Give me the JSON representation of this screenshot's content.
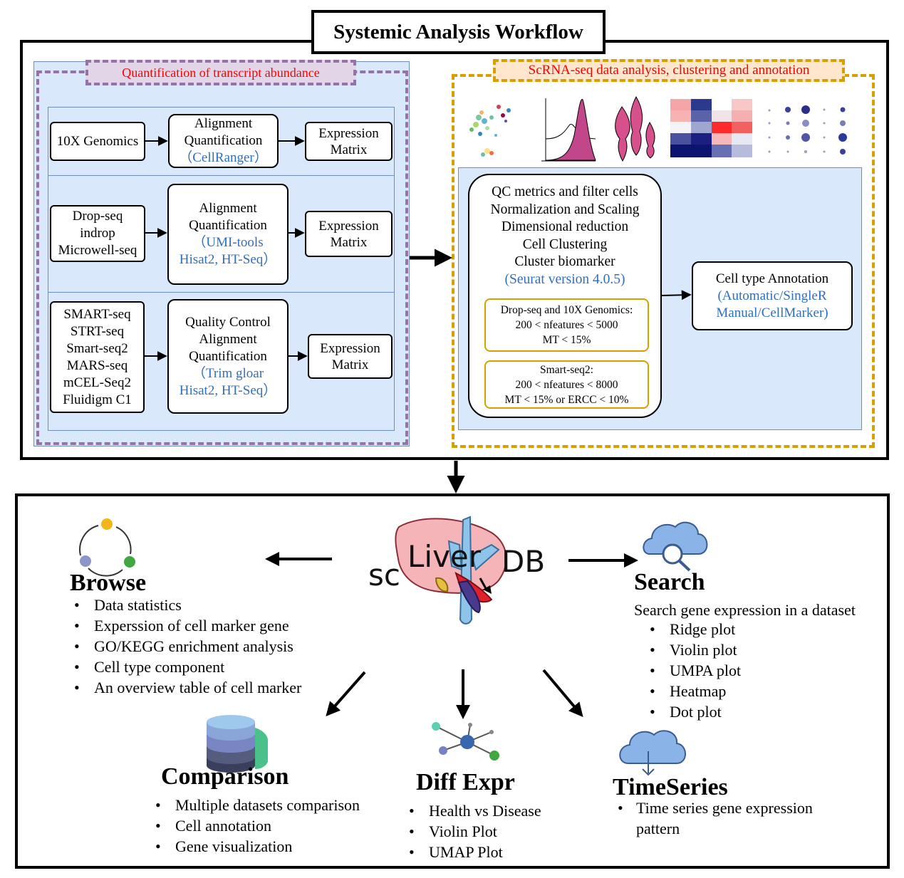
{
  "title": "Systemic Analysis Workflow",
  "quantification": {
    "label": "Quantification of transcript abundance",
    "rows": [
      {
        "source": [
          "10X Genomics"
        ],
        "process": [
          "Alignment",
          "Quantification"
        ],
        "tool": [
          "（CellRanger）"
        ],
        "output": [
          "Expression",
          "Matrix"
        ]
      },
      {
        "source": [
          "Drop-seq",
          "indrop",
          "Microwell-seq"
        ],
        "process": [
          "Alignment",
          "Quantification"
        ],
        "tool": [
          "（UMI-tools",
          "Hisat2, HT-Seq）"
        ],
        "output": [
          "Expression",
          "Matrix"
        ]
      },
      {
        "source": [
          "SMART-seq",
          "STRT-seq",
          "Smart-seq2",
          "MARS-seq",
          "mCEL-Seq2",
          "Fluidigm C1"
        ],
        "process": [
          "Quality Control",
          "Alignment",
          "Quantification"
        ],
        "tool": [
          "（Trim gloar",
          "Hisat2, HT-Seq）"
        ],
        "output": [
          "Expression",
          "Matrix"
        ]
      }
    ]
  },
  "scrna": {
    "label": "ScRNA-seq data analysis, clustering and annotation",
    "steps": [
      "QC metrics and filter cells",
      "Normalization and Scaling",
      "Dimensional reduction",
      "Cell Clustering",
      "Cluster biomarker"
    ],
    "tool": "(Seurat version 4.0.5)",
    "filter1": [
      "Drop-seq and 10X Genomics:",
      "200 < nfeatures < 5000",
      "MT < 15%"
    ],
    "filter2": [
      "Smart-seq2:",
      "200 < nfeatures < 8000",
      "MT < 15% or ERCC < 10%"
    ],
    "annotation_title": "Cell type Annotation",
    "annotation_methods": [
      "(Automatic/SingleR",
      "Manual/CellMarker)"
    ]
  },
  "database": {
    "logo_prefix": "sc",
    "logo_main": "Liver",
    "logo_suffix": "DB"
  },
  "browse": {
    "title": "Browse",
    "items": [
      "Data statistics",
      "Experssion of  cell marker gene",
      "GO/KEGG enrichment analysis",
      "Cell type component",
      "An overview table of cell marker"
    ]
  },
  "search": {
    "title": "Search",
    "subtitle": "Search gene expression in a dataset",
    "items": [
      "Ridge plot",
      "Violin plot",
      "UMPA plot",
      "Heatmap",
      "Dot plot"
    ]
  },
  "comparison": {
    "title": "Comparison",
    "items": [
      "Multiple datasets comparison",
      "Cell annotation",
      "Gene visualization"
    ]
  },
  "diff_expr": {
    "title": "Diff Expr",
    "items": [
      "Health vs Disease",
      "Violin Plot",
      "UMAP Plot"
    ]
  },
  "timeseries": {
    "title": "TimeSeries",
    "items": [
      "Time series gene expression",
      "pattern"
    ]
  },
  "colors": {
    "panel_fill": "#dae8fc",
    "panel_border": "#6c8ebf",
    "purple_dash": "#9673a6",
    "orange_dash": "#d6a000",
    "label_red": "#ff0000",
    "tool_blue": "#2f6fbf"
  }
}
